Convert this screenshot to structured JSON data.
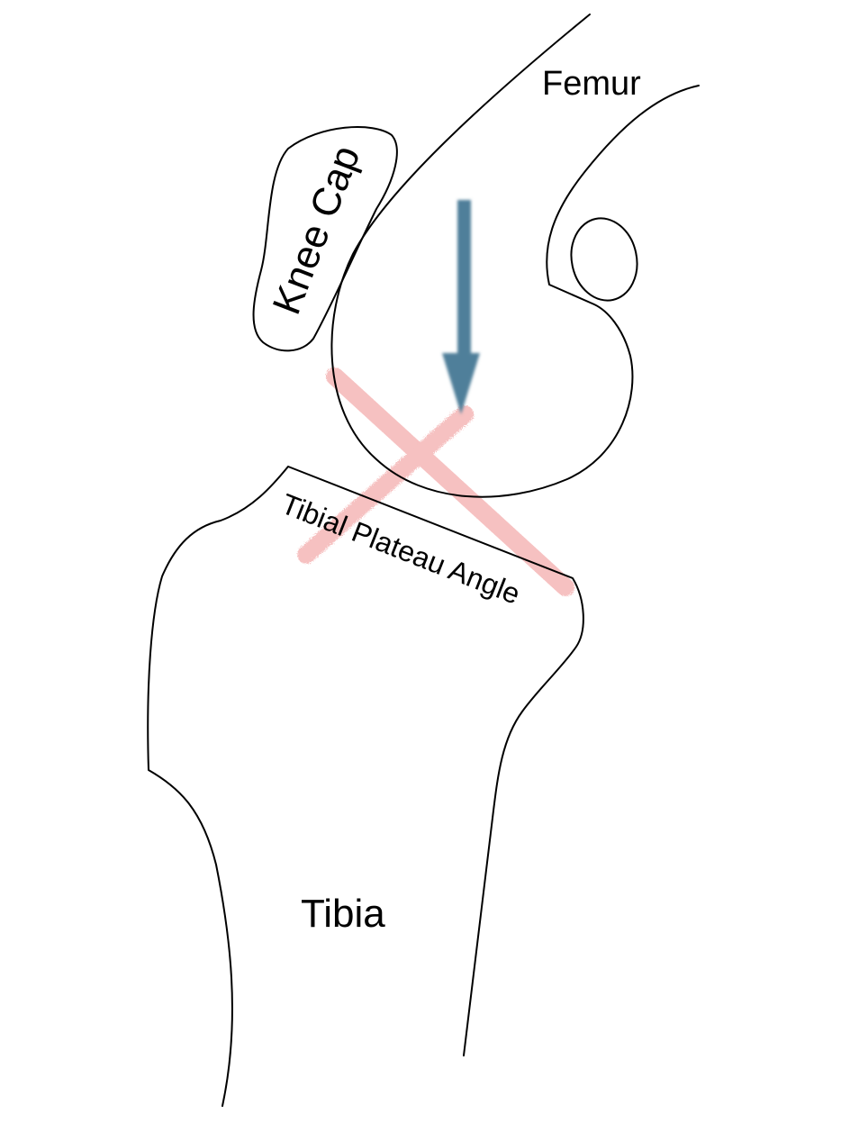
{
  "labels": {
    "femur": "Femur",
    "knee_cap": "Knee Cap",
    "tibial_plateau_angle": "Tibial Plateau Angle",
    "tibia": "Tibia"
  },
  "colors": {
    "outline": "#000000",
    "force_arrow": "#4f7f9a",
    "cross_mark": "#f08f8f",
    "background": "#ffffff"
  },
  "icons": {
    "force_arrow": "down-arrow-icon",
    "cross_mark": "cross-mark-icon"
  }
}
